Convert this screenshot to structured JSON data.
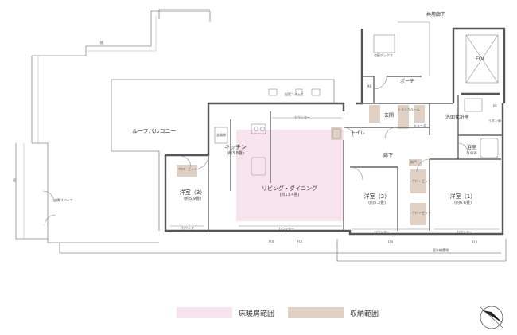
{
  "plan": {
    "legend": [
      {
        "label": "床暖房範囲",
        "color": "#f8e4ec"
      },
      {
        "label": "収納範囲",
        "color": "#e1d1c4"
      }
    ],
    "colors": {
      "wall": "#555555",
      "floor_heating": "#f8e4ec",
      "storage": "#e1d1c4",
      "line": "#7a7a7a"
    },
    "rooms": {
      "living": {
        "name": "リビング・ダイニング",
        "area": "(約13.4畳)"
      },
      "kitchen": {
        "name": "キッチン",
        "area": "(約3.8畳)"
      },
      "western1": {
        "name": "洋室（1）",
        "area": "(約6.6畳)"
      },
      "western2": {
        "name": "洋室（2）",
        "area": "(約5.3畳)"
      },
      "western3": {
        "name": "洋室（3）",
        "area": "(約5.9畳)"
      },
      "bath": {
        "name": "浴室",
        "area": "(1418)"
      }
    },
    "labels": {
      "common_corridor": "共用廊下",
      "elv": "ELV",
      "porch": "ポーチ",
      "mb": "MB",
      "entrance": "玄関",
      "washroom": "洗面化粧室",
      "toilet": "トイレ",
      "hallway": "廊下",
      "roof_balcony": "ルーフバルコニー",
      "evacuation": "避難スペース",
      "outdoor_unit": "室外機置場",
      "counter": "カウンター",
      "closet": "クローゼット",
      "storage": "納戸",
      "fix": "FIX",
      "garden": "庭",
      "planter": "植",
      "pantry": "食器棚",
      "shoes": "シューズ",
      "trunk_room": "トランクルーム",
      "linen": "リネン庫",
      "delivery_box": "宅配ボックス",
      "pipe_space": "PS",
      "pipe_area": "配管スペース"
    }
  }
}
